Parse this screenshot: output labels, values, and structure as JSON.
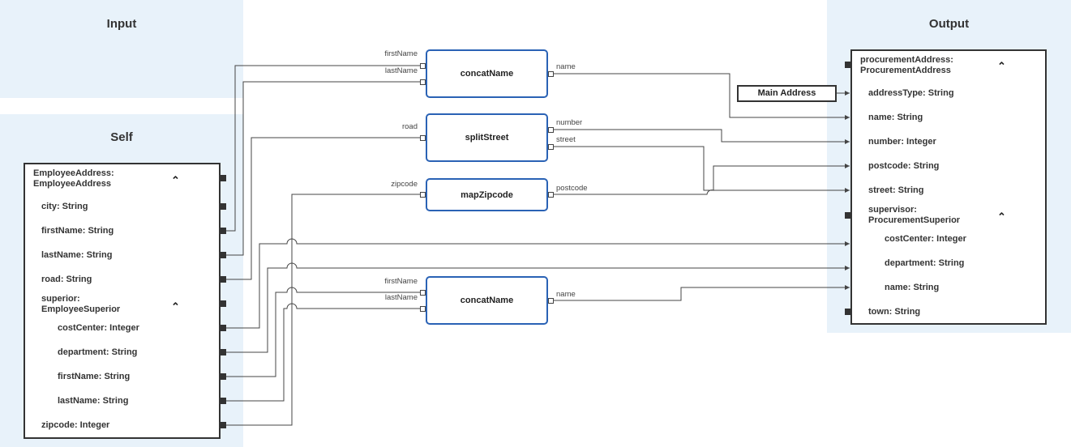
{
  "panels": {
    "input_title": "Input",
    "self_title": "Self",
    "output_title": "Output"
  },
  "self_schema": {
    "header": "EmployeeAddress:\nEmployeeAddress",
    "fields": {
      "city": "city: String",
      "first_name": "firstName: String",
      "last_name": "lastName: String",
      "road": "road: String",
      "superior": "superior:\nEmployeeSuperior",
      "cost_center": "costCenter: Integer",
      "department": "department: String",
      "sup_first_name": "firstName: String",
      "sup_last_name": "lastName: String",
      "zipcode": "zipcode: Integer"
    },
    "collapse_glyph": "⌃"
  },
  "output_schema": {
    "header": "procurementAddress:\nProcurementAddress",
    "fields": {
      "address_type": "addressType: String",
      "name": "name: String",
      "number": "number: Integer",
      "postcode": "postcode: String",
      "street": "street: String",
      "supervisor": "supervisor:\nProcurementSuperior",
      "cost_center": "costCenter: Integer",
      "department": "department: String",
      "sup_name": "name: String",
      "town": "town: String"
    },
    "collapse_glyph": "⌃"
  },
  "constant": "Main Address",
  "functions": {
    "concat1": {
      "name": "concatName",
      "in1": "firstName",
      "in2": "lastName",
      "out": "name"
    },
    "split": {
      "name": "splitStreet",
      "in1": "road",
      "out1": "number",
      "out2": "street"
    },
    "zip": {
      "name": "mapZipcode",
      "in1": "zipcode",
      "out": "postcode"
    },
    "concat2": {
      "name": "concatName",
      "in1": "firstName",
      "in2": "lastName",
      "out": "name"
    }
  }
}
